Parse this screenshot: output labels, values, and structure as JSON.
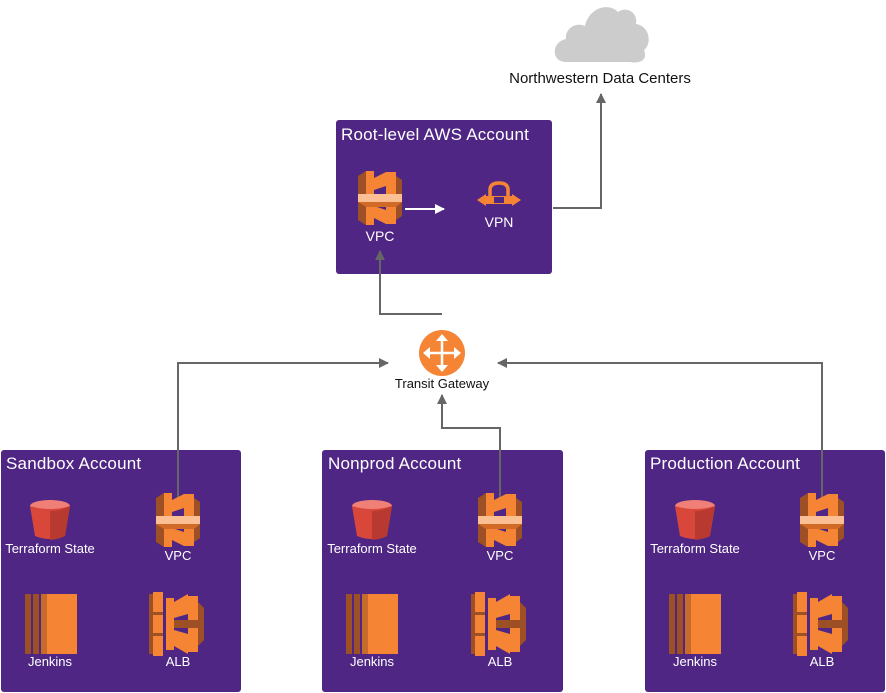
{
  "datacenter": {
    "label": "Northwestern Data Centers",
    "icon": "cloud-icon"
  },
  "root": {
    "title": "Root-level AWS Account",
    "vpc_label": "VPC",
    "vpn_label": "VPN"
  },
  "transit": {
    "label": "Transit Gateway",
    "icon": "router-icon"
  },
  "accounts": [
    {
      "title": "Sandbox Account",
      "state_label": "Terraform State",
      "vpc_label": "VPC",
      "jenkins_label": "Jenkins",
      "alb_label": "ALB"
    },
    {
      "title": "Nonprod Account",
      "state_label": "Terraform State",
      "vpc_label": "VPC",
      "jenkins_label": "Jenkins",
      "alb_label": "ALB"
    },
    {
      "title": "Production Account",
      "state_label": "Terraform State",
      "vpc_label": "VPC",
      "jenkins_label": "Jenkins",
      "alb_label": "ALB"
    }
  ],
  "colors": {
    "account_bg": "#4f2683",
    "aws_orange": "#f58535",
    "connector": "#666666",
    "cloud": "#cccccc",
    "bucket_red": "#d9473b"
  }
}
